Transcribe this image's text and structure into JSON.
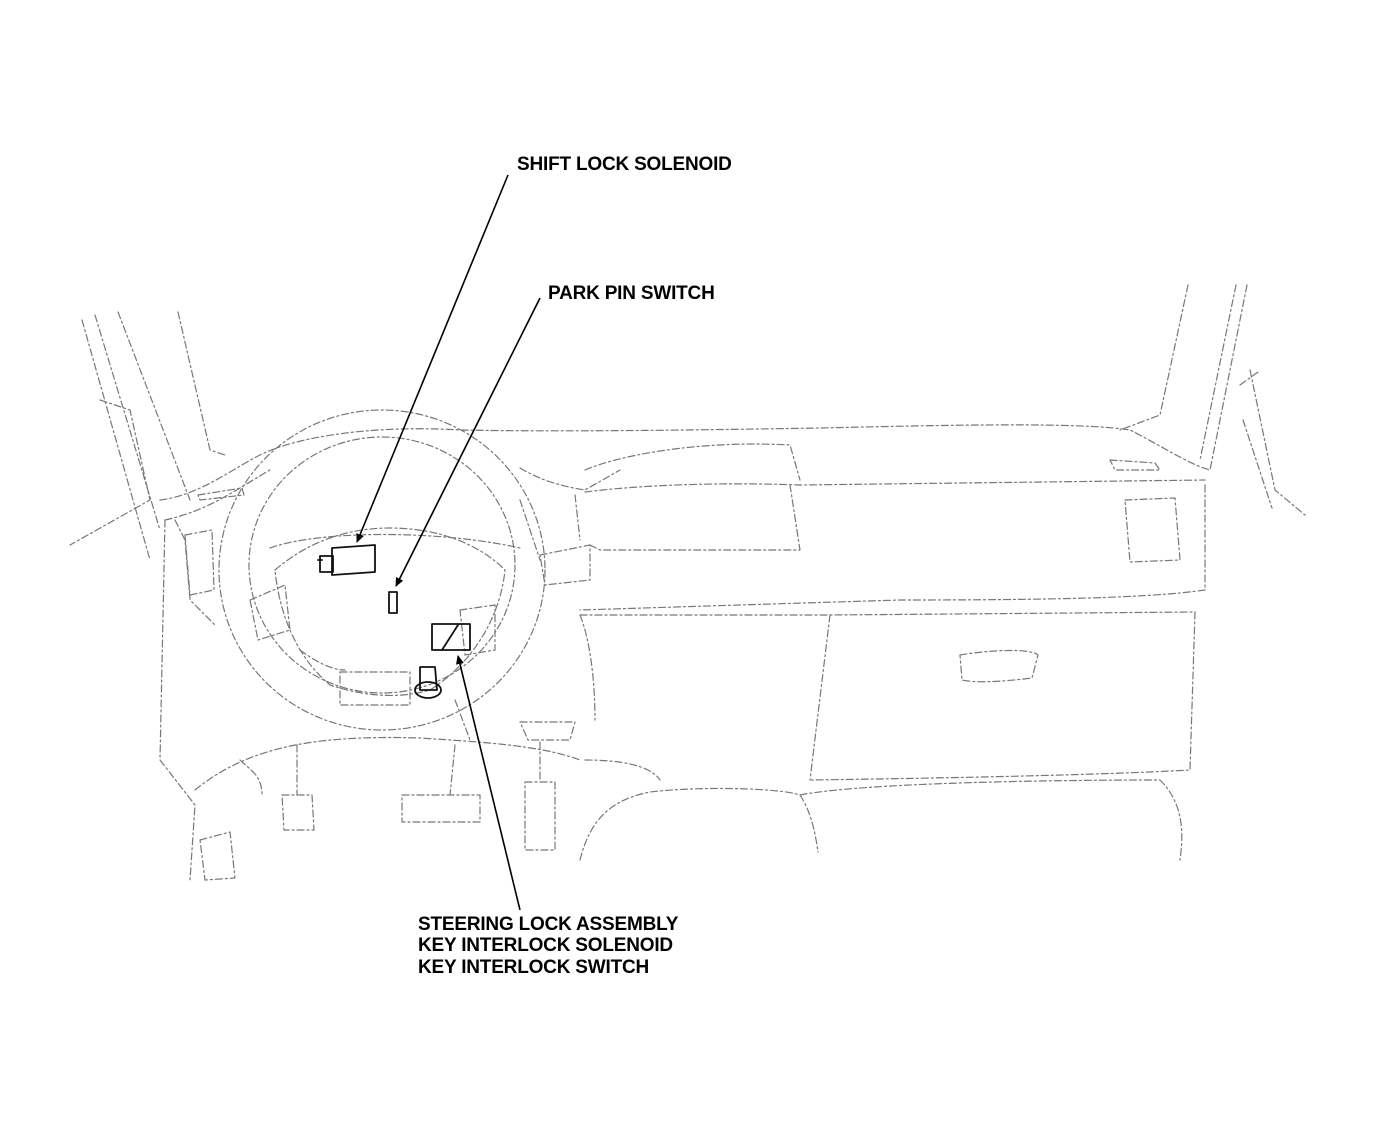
{
  "labels": {
    "shift_lock_solenoid": "SHIFT LOCK SOLENOID",
    "park_pin_switch": "PARK PIN SWITCH",
    "steering_lock": [
      "STEERING LOCK ASSEMBLY",
      "KEY INTERLOCK SOLENOID",
      "KEY INTERLOCK SWITCH"
    ]
  },
  "colors": {
    "background": "#ffffff",
    "ink": "#000000",
    "outline": "#777777"
  }
}
